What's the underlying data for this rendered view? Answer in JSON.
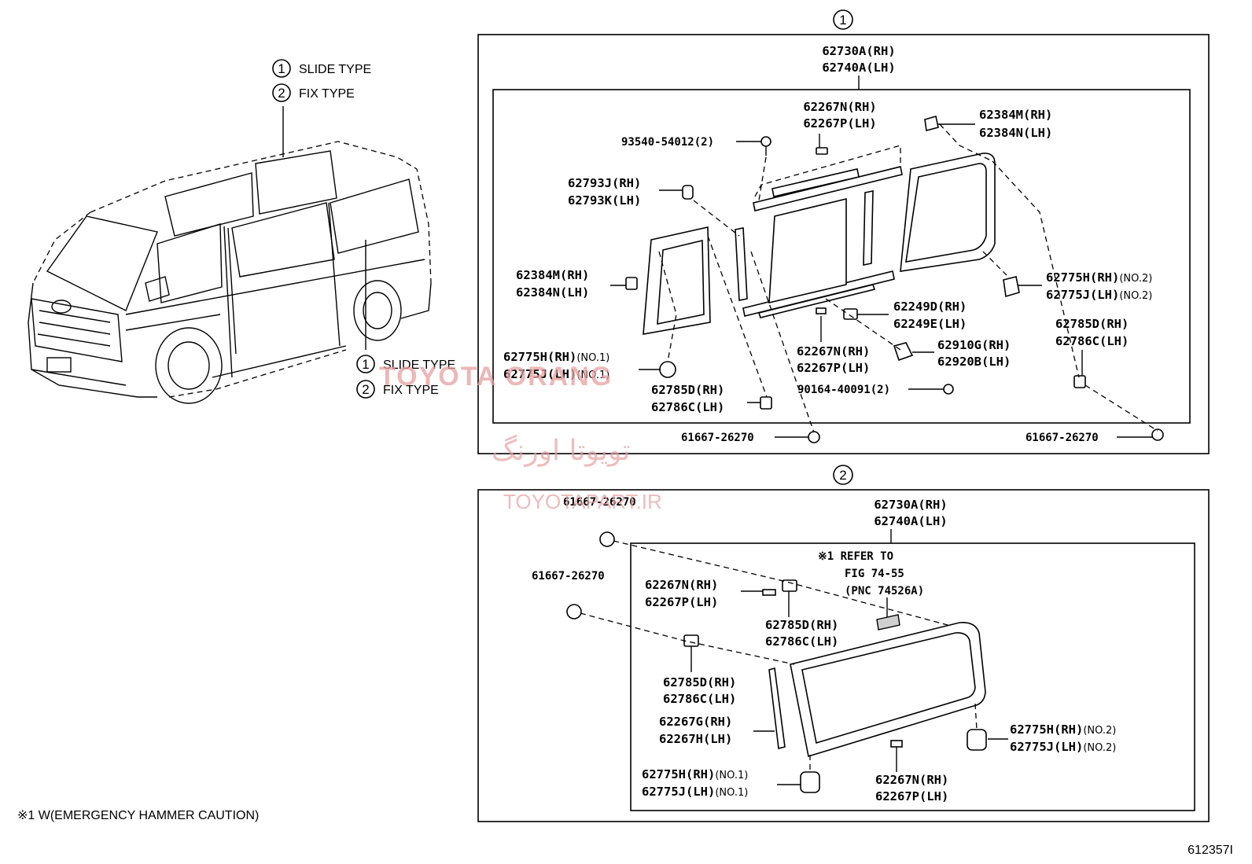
{
  "legend": {
    "slide_num": "1",
    "slide_label": "SLIDE TYPE",
    "fix_num": "2",
    "fix_label": "FIX TYPE"
  },
  "van_labels": {
    "slide_num": "1",
    "slide_label": "SLIDE TYPE",
    "fix_num": "2",
    "fix_label": "FIX TYPE"
  },
  "section1": {
    "number": "1",
    "assy_rh": "62730A(RH)",
    "assy_lh": "62740A(LH)",
    "parts": [
      {
        "rh": "62267N(RH)",
        "lh": "62267P(LH)"
      },
      {
        "rh": "62384M(RH)",
        "lh": "62384N(LH)"
      },
      {
        "single": "93540-54012(2)"
      },
      {
        "rh": "62793J(RH)",
        "lh": "62793K(LH)"
      },
      {
        "rh": "62384M(RH)",
        "lh": "62384N(LH)"
      },
      {
        "rh": "62775H(RH)",
        "rh_note": "(NO.2)",
        "lh": "62775J(LH)",
        "lh_note": "(NO.2)"
      },
      {
        "rh": "62249D(RH)",
        "lh": "62249E(LH)"
      },
      {
        "rh": "62785D(RH)",
        "lh": "62786C(LH)"
      },
      {
        "rh": "62910G(RH)",
        "lh": "62920B(LH)"
      },
      {
        "rh": "62267N(RH)",
        "lh": "62267P(LH)"
      },
      {
        "rh": "62775H(RH)",
        "rh_note": "(NO.1)",
        "lh": "62775J(LH)",
        "lh_note": "(NO.1)"
      },
      {
        "rh": "62785D(RH)",
        "lh": "62786C(LH)"
      },
      {
        "single": "90164-40091(2)"
      },
      {
        "single": "61667-26270"
      },
      {
        "single": "61667-26270"
      }
    ]
  },
  "section2": {
    "number": "2",
    "assy_rh": "62730A(RH)",
    "assy_lh": "62740A(LH)",
    "refer": [
      "※1 REFER TO",
      "FIG 74-55",
      "(PNC 74526A)"
    ],
    "parts": [
      {
        "single": "61667-26270"
      },
      {
        "single": "61667-26270"
      },
      {
        "rh": "62267N(RH)",
        "lh": "62267P(LH)"
      },
      {
        "rh": "62785D(RH)",
        "lh": "62786C(LH)"
      },
      {
        "rh": "62785D(RH)",
        "lh": "62786C(LH)"
      },
      {
        "rh": "62267G(RH)",
        "lh": "62267H(LH)"
      },
      {
        "rh": "62775H(RH)",
        "rh_note": "(NO.2)",
        "lh": "62775J(LH)",
        "lh_note": "(NO.2)"
      },
      {
        "rh": "62775H(RH)",
        "rh_note": "(NO.1)",
        "lh": "62775J(LH)",
        "lh_note": "(NO.1)"
      },
      {
        "rh": "62267N(RH)",
        "lh": "62267P(LH)"
      }
    ]
  },
  "footnote": "※1 W(EMERGENCY HAMMER CAUTION)",
  "figure_id": "612357I",
  "watermark": {
    "latin": "TOYOTA ORANG",
    "persian": "تویوتا اورنگ",
    "url": "TOYOTAPART.IR"
  }
}
